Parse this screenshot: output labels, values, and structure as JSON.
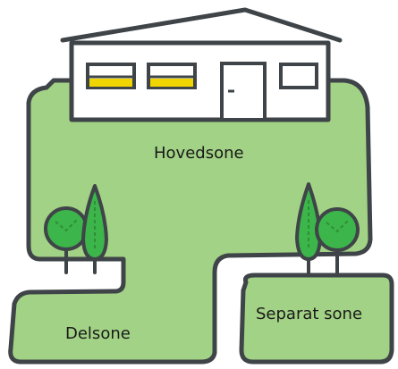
{
  "zones": {
    "main": "Hovedsone",
    "sub": "Delsone",
    "separate": "Separat sone"
  },
  "colors": {
    "outline": "#3f4448",
    "lawn": "#a2d285",
    "tree_light": "#3cb54a",
    "tree_dark": "#2f8f35",
    "house": "#ffffff",
    "lit_window": "#f0d500"
  }
}
